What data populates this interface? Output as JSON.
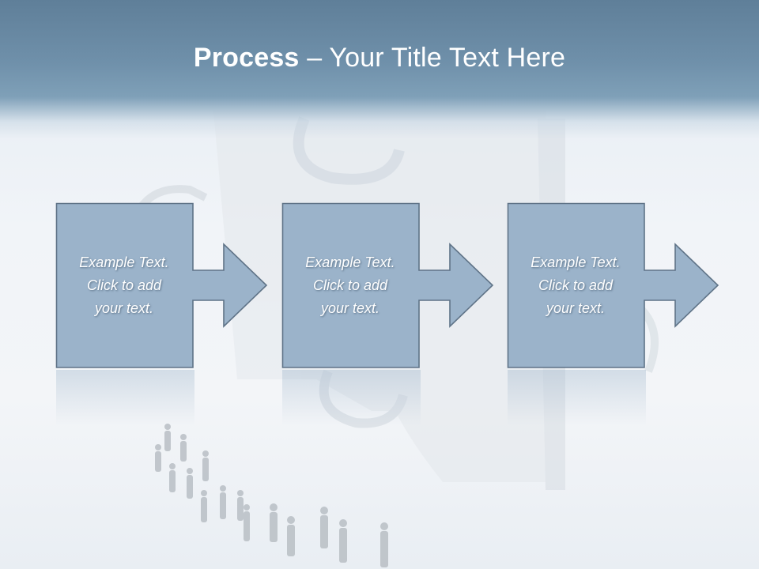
{
  "slide": {
    "title_bold": "Process",
    "title_rest": " – Your Title Text Here"
  },
  "steps": [
    {
      "text": "Example Text.\nClick  to add\nyour text."
    },
    {
      "text": "Example Text.\nClick  to add\nyour text."
    },
    {
      "text": "Example Text.\nClick  to add\nyour text."
    }
  ],
  "colors": {
    "header": "#6f90aa",
    "box_fill": "#9bb3ca",
    "box_border": "#5f7387",
    "text": "#ffffff"
  }
}
